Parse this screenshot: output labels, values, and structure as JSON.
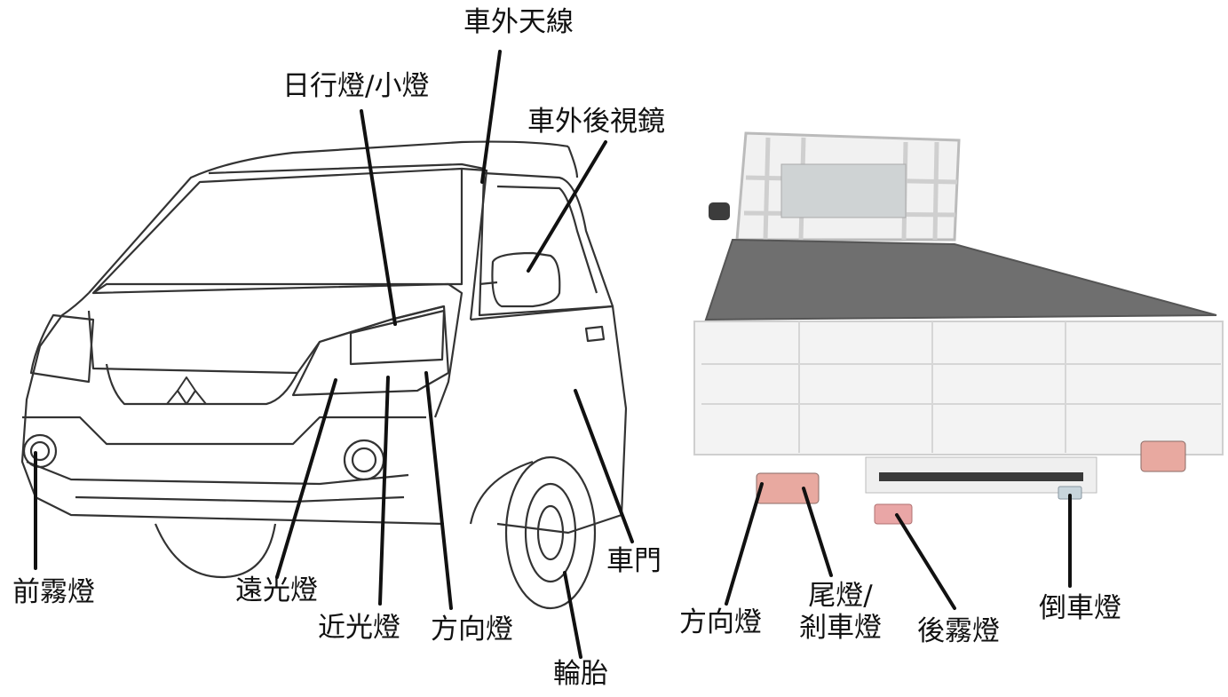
{
  "colors": {
    "ink": "#111111",
    "truck_body": "#f2f2f2",
    "truck_bed": "#7a7a7a",
    "lamp": "#e8a9a0"
  },
  "labels": {
    "antenna": "車外天線",
    "drl": "日行燈/小燈",
    "mirror": "車外後視鏡",
    "front_fog": "前霧燈",
    "high_beam": "遠光燈",
    "low_beam": "近光燈",
    "front_turn": "方向燈",
    "door": "車門",
    "tire": "輪胎",
    "rear_turn": "方向燈",
    "tail_line1": "尾燈/",
    "tail_line2": "剎車燈",
    "rear_fog": "後霧燈",
    "reverse": "倒車燈"
  },
  "icons": {
    "logo": "mitsubishi-logo-icon"
  }
}
